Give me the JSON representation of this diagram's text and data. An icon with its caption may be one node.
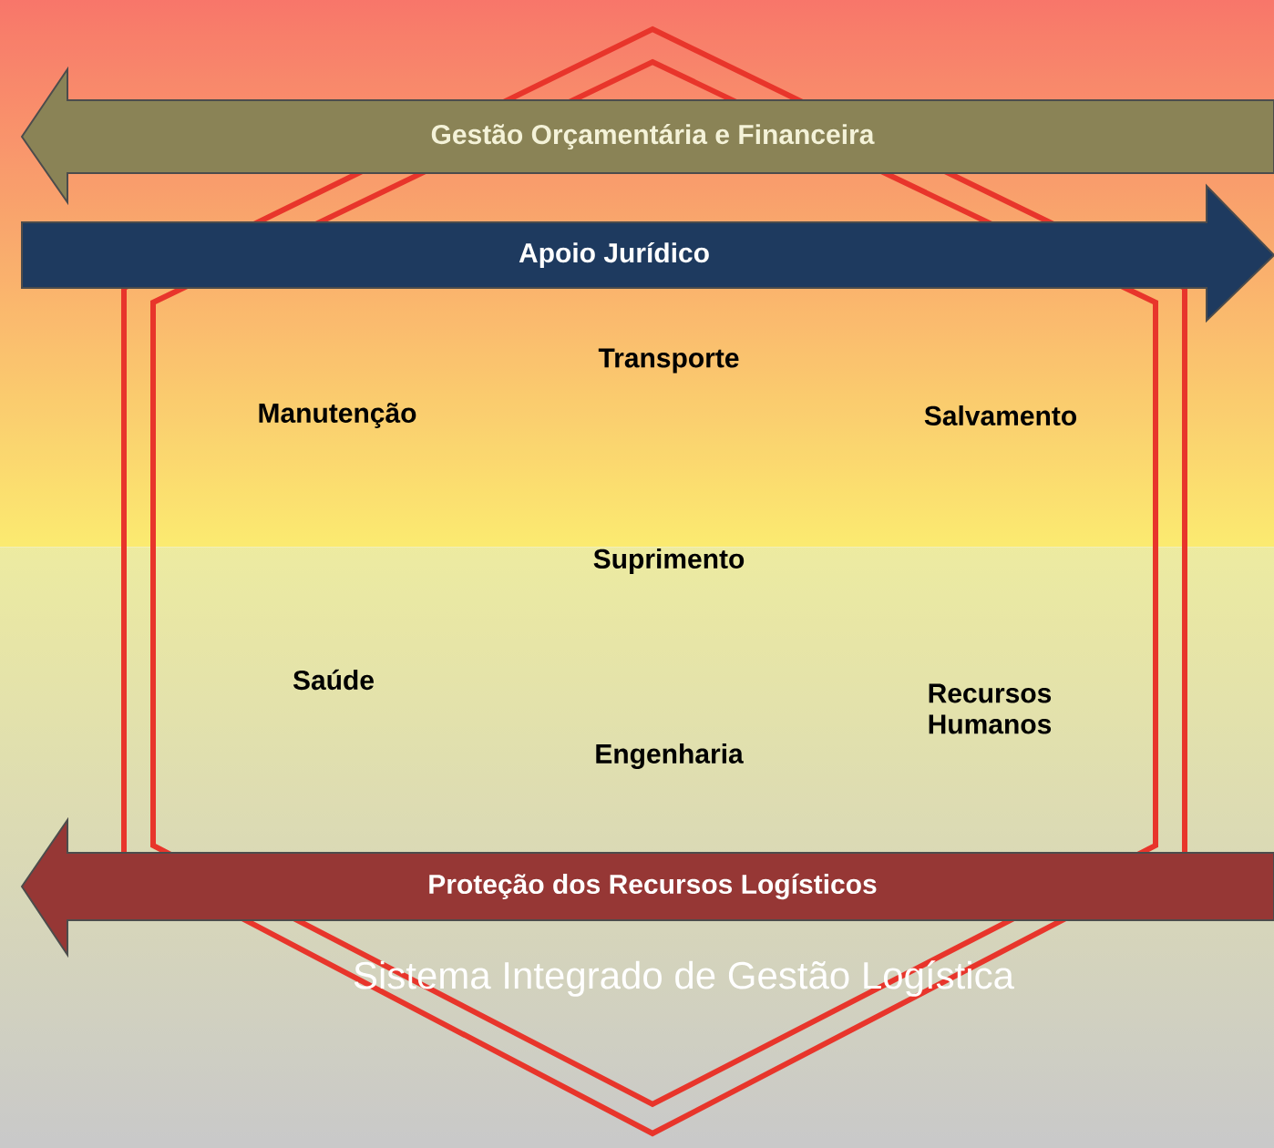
{
  "diagram": {
    "nodes": [
      {
        "text": [
          "Manutenção",
          "Transporte",
          "Salvamento",
          "Suprimento",
          "Saúde",
          "Recursos Humanos",
          "Engenharia",
          "Sistema Integrado de Gestão Logística"
        ]
      },
      {
        "text": [
          "Gestão Orçamentária e Financeira"
        ]
      },
      {
        "text": [
          "Apoio Jurídico"
        ]
      },
      {
        "text": [
          "Proteção dos Recursos Logísticos"
        ]
      }
    ]
  }
}
